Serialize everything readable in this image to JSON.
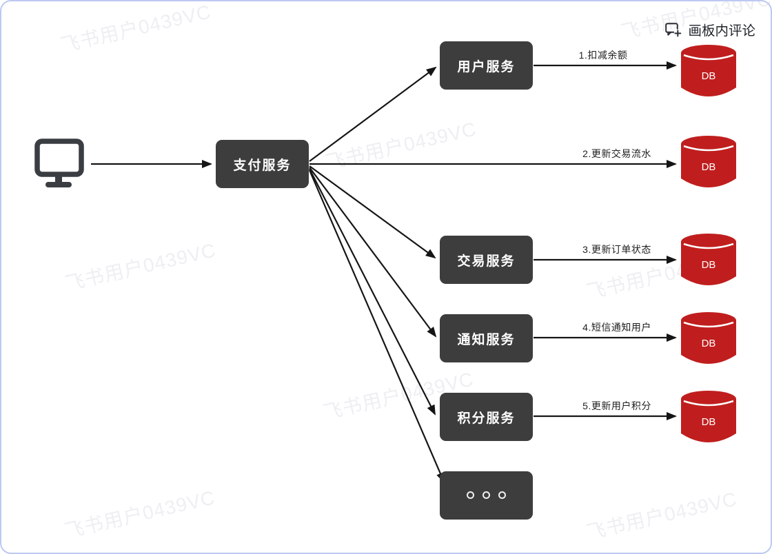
{
  "app": {
    "comment_button": {
      "label": "画板内评论",
      "icon": "comment-plus-icon"
    }
  },
  "watermark": {
    "text": "飞书用户0439VC",
    "color": "#edeff2"
  },
  "diagram": {
    "client": {
      "icon": "computer-icon"
    },
    "payment_service": "支付服务",
    "services": {
      "user": "用户服务",
      "trade": "交易服务",
      "notify": "通知服务",
      "points": "积分服务"
    },
    "more_node": {
      "icon": "ellipsis-icon",
      "dots": 3
    },
    "db_label": "DB",
    "db_count": 5,
    "edge_labels": {
      "deduct_balance": "1.扣减余额",
      "update_transaction": "2.更新交易流水",
      "update_order": "3.更新订单状态",
      "sms_notify": "4.短信通知用户",
      "update_points": "5.更新用户积分"
    },
    "colors": {
      "background": "#ffffff",
      "node_fill": "#3d3d3d",
      "node_text": "#ffffff",
      "db_fill": "#c01e1e",
      "db_text": "#ffffff",
      "arrow": "#151515",
      "edge_label_text": "#1f1f1f",
      "frame_border": "#bcc9f2",
      "watermark_text": "#edeff2",
      "comment_text": "#1f2329"
    }
  }
}
